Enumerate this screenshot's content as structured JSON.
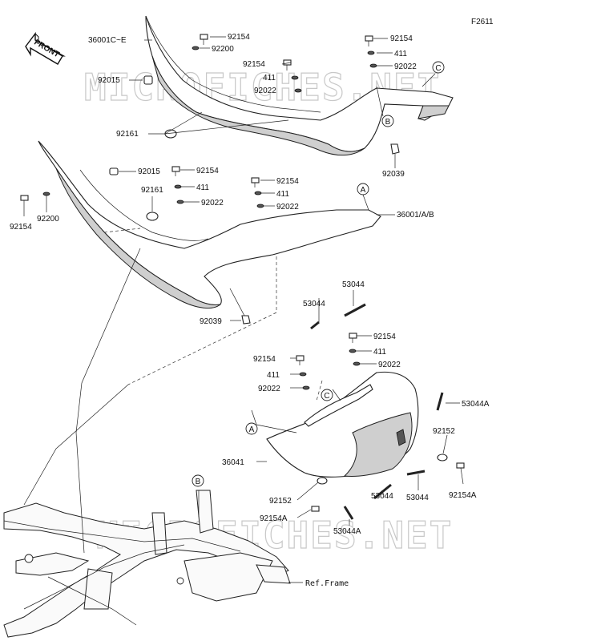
{
  "diagram_code": "F2611",
  "front_label": "FRONT",
  "watermark_text": "MICROFICHES.NET",
  "callouts": {
    "a": "A",
    "b": "B",
    "c": "C"
  },
  "parts": {
    "p36001c_e": "36001C~E",
    "p92154": "92154",
    "p92200": "92200",
    "p92015": "92015",
    "p411": "411",
    "p92022": "92022",
    "p92161": "92161",
    "p92039": "92039",
    "p36001_a_b": "36001/A/B",
    "p53044": "53044",
    "p53044a": "53044A",
    "p92152": "92152",
    "p92154a": "92154A",
    "p36041": "36041",
    "ref_frame": "Ref.Frame"
  },
  "colors": {
    "line": "#222222",
    "watermark": "#c8c8c8",
    "shade": "#cfcfcf"
  }
}
